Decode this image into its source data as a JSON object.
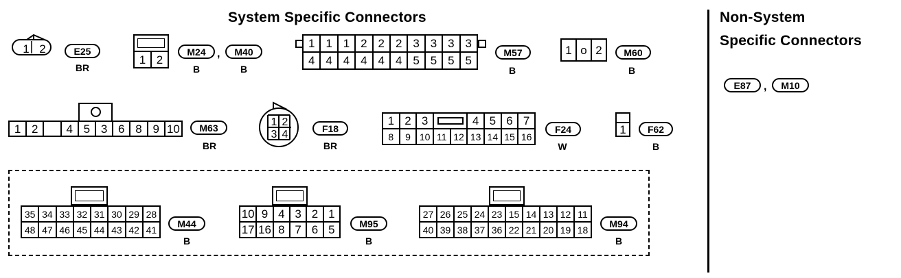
{
  "heading_system": "System Specific Connectors",
  "heading_nonsystem_line1": "Non-System",
  "heading_nonsystem_line2": "Specific Connectors",
  "connectors": {
    "e25": {
      "tag": "E25",
      "color": "BR",
      "pins": [
        "1",
        "2"
      ]
    },
    "m24": {
      "tag": "M24",
      "color": "B",
      "pins": [
        "1",
        "2"
      ]
    },
    "m40": {
      "tag": "M40",
      "color": "B"
    },
    "m57": {
      "tag": "M57",
      "color": "B",
      "top": [
        "1",
        "1",
        "1",
        "2",
        "2",
        "2",
        "3",
        "3",
        "3",
        "3"
      ],
      "bottom": [
        "4",
        "4",
        "4",
        "4",
        "4",
        "4",
        "5",
        "5",
        "5",
        "5"
      ]
    },
    "m60": {
      "tag": "M60",
      "color": "B",
      "pins": [
        "1",
        "o",
        "2"
      ]
    },
    "m63": {
      "tag": "M63",
      "color": "BR",
      "pins": [
        "1",
        "2",
        "",
        "4",
        "5",
        "3",
        "6",
        "8",
        "9",
        "10"
      ]
    },
    "f18": {
      "tag": "F18",
      "color": "BR",
      "pins": [
        "1",
        "2",
        "3",
        "4"
      ]
    },
    "f24": {
      "tag": "F24",
      "color": "W",
      "top": [
        "1",
        "2",
        "3",
        "",
        "4",
        "5",
        "6",
        "7"
      ],
      "bottom": [
        "8",
        "9",
        "10",
        "11",
        "12",
        "13",
        "14",
        "15",
        "16"
      ]
    },
    "f62": {
      "tag": "F62",
      "color": "B",
      "pins": [
        "1"
      ]
    },
    "m44": {
      "tag": "M44",
      "color": "B",
      "top": [
        "35",
        "34",
        "33",
        "32",
        "31",
        "30",
        "29",
        "28"
      ],
      "bottom": [
        "48",
        "47",
        "46",
        "45",
        "44",
        "43",
        "42",
        "41"
      ]
    },
    "m95": {
      "tag": "M95",
      "color": "B",
      "top": [
        "10",
        "9",
        "4",
        "3",
        "2",
        "1"
      ],
      "bottom": [
        "17",
        "16",
        "8",
        "7",
        "6",
        "5"
      ]
    },
    "m94": {
      "tag": "M94",
      "color": "B",
      "top": [
        "27",
        "26",
        "25",
        "24",
        "23",
        "15",
        "14",
        "13",
        "12",
        "11"
      ],
      "bottom": [
        "40",
        "39",
        "38",
        "37",
        "36",
        "22",
        "21",
        "20",
        "19",
        "18"
      ]
    }
  },
  "non_system": {
    "e87": "E87",
    "m10": "M10"
  },
  "separator": ","
}
